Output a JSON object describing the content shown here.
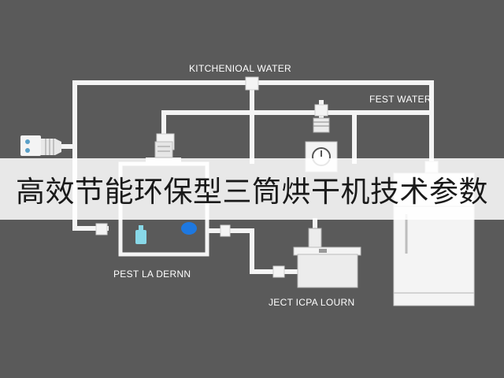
{
  "labels": {
    "top": "KITCHENIOAL WATER",
    "right": "FEST WATER",
    "bottom_left": "PEST LA DERNN",
    "bottom_center": "JECT ICPA LOURN"
  },
  "banner": {
    "title": "高效节能环保型三筒烘干机技术参数"
  },
  "colors": {
    "background": "#5a5a5a",
    "pipe": "#f4f4f4",
    "banner": "#ffffff",
    "accent_blue": "#1e78e0",
    "accent_cyan": "#88d8e8"
  }
}
